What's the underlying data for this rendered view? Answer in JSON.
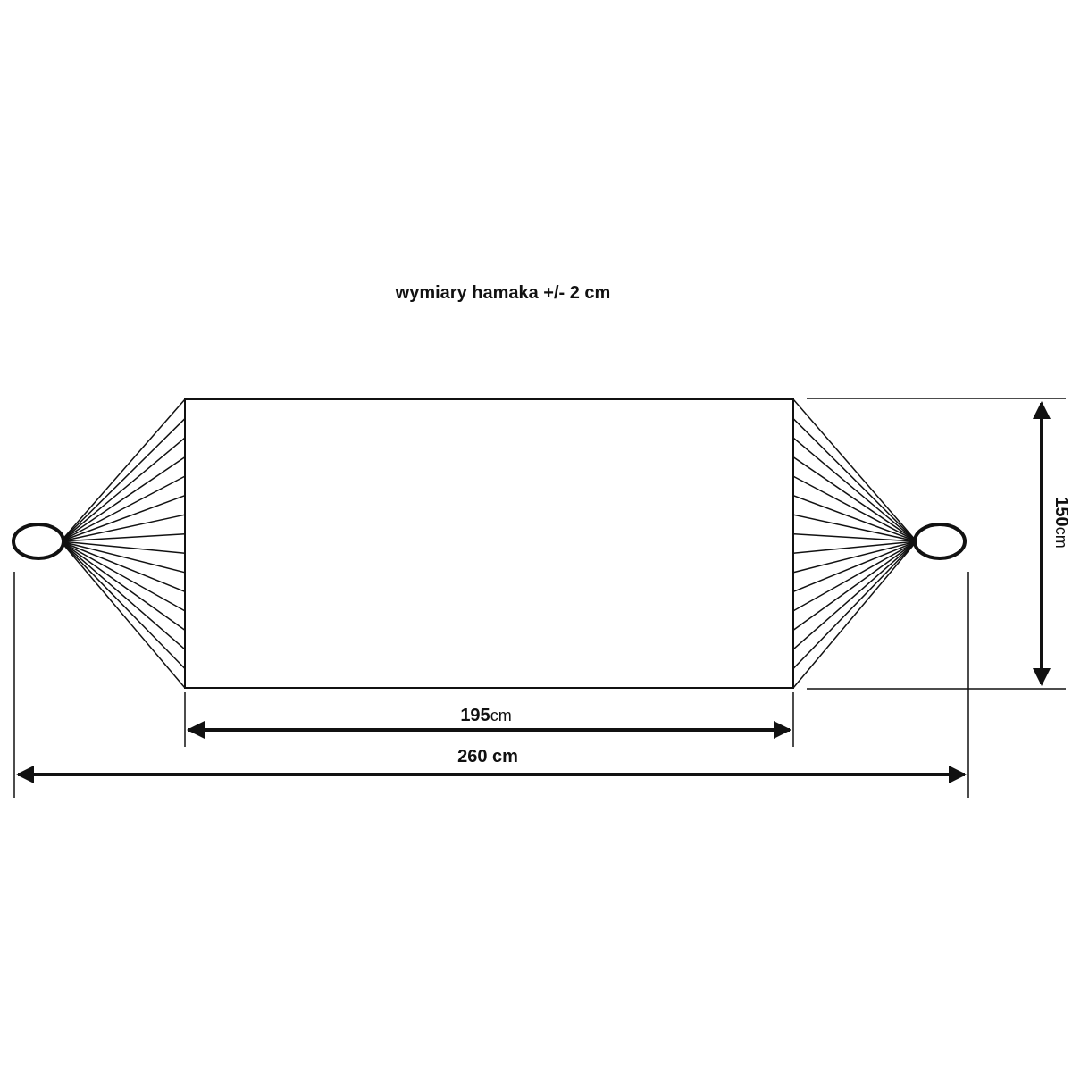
{
  "title": "wymiary hamaka +/- 2 cm",
  "dimensions": {
    "bed_length": {
      "value": "195",
      "unit": "cm"
    },
    "total_length": {
      "label": "260 cm"
    },
    "width": {
      "value": "150",
      "unit": "cm"
    }
  },
  "colors": {
    "line": "#111111",
    "background": "#ffffff"
  }
}
